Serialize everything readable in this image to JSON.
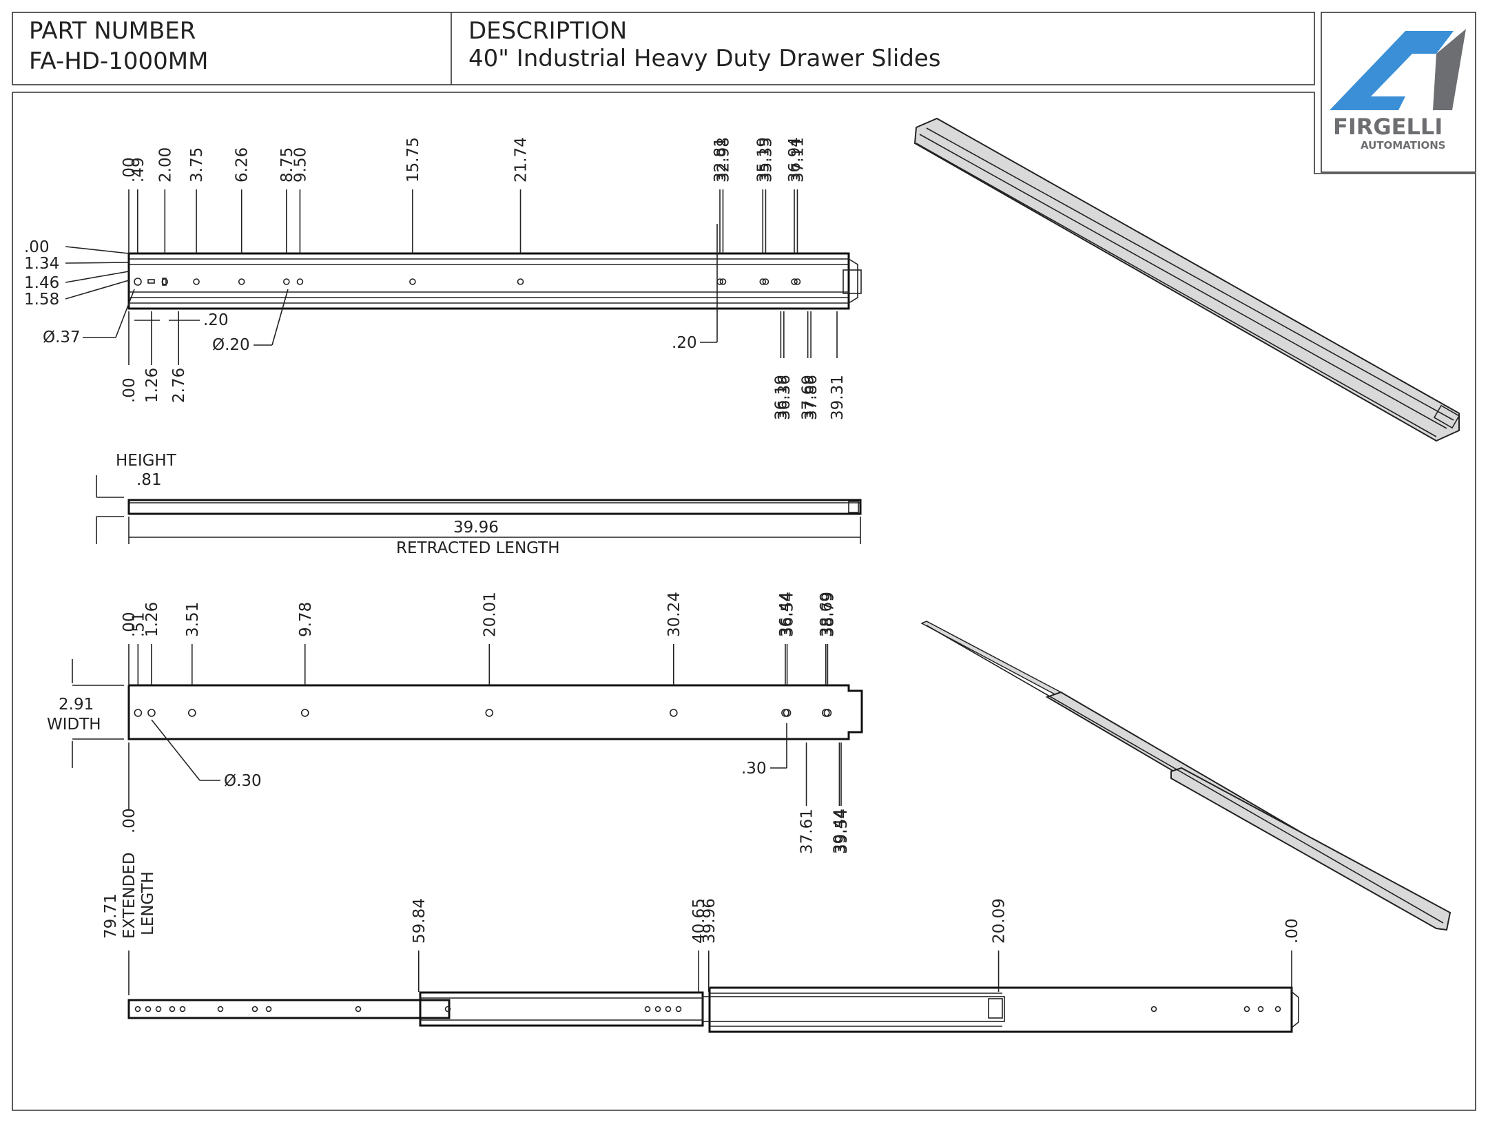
{
  "title_block": {
    "part_number_label": "PART NUMBER",
    "part_number_value": "FA-HD-1000MM",
    "description_label": "DESCRIPTION",
    "description_value": "40\" Industrial Heavy Duty Drawer Slides"
  },
  "logo": {
    "brand": "FIRGELLI",
    "sub": "AUTOMATIONS",
    "colors": {
      "blue": "#3a8fd6",
      "gray": "#6d6e71"
    }
  },
  "top_view": {
    "top_dims": [
      ".00",
      ".49",
      "2.00",
      "3.75",
      "6.26",
      "8.75",
      "9.50",
      "15.75",
      "21.74",
      "32.81",
      "32.98",
      "35.19",
      "35.35",
      "36.94",
      "37.11"
    ],
    "left_dims": [
      ".00",
      "1.34",
      "1.46",
      "1.58"
    ],
    "hole_dia_left": "Ø.37",
    "hole_dia_mid": "Ø.20",
    "slot_width": ".20",
    "slot_width_right": ".20",
    "bottom_dims_left": [
      ".00",
      "1.26",
      "2.76"
    ],
    "bottom_dims_right": [
      "36.19",
      "36.36",
      "37.69",
      "37.86",
      "39.31"
    ]
  },
  "side_view": {
    "height_label": "HEIGHT",
    "height_value": ".81",
    "length_value": "39.96",
    "length_label": "RETRACTED LENGTH"
  },
  "bottom_view": {
    "top_dims": [
      ".00",
      ".51",
      "1.26",
      "3.51",
      "9.78",
      "20.01",
      "30.24",
      "36.44",
      "36.54",
      "38.69",
      "38.79"
    ],
    "width_value": "2.91",
    "width_label": "WIDTH",
    "hole_dia": "Ø.30",
    "slot_dim": ".30",
    "bottom_dims_left": [
      ".00"
    ],
    "bottom_dims_right": [
      "37.61",
      "39.44",
      "39.54"
    ]
  },
  "extended_view": {
    "extended_value": "79.71",
    "extended_label_1": "EXTENDED",
    "extended_label_2": "LENGTH",
    "dims": [
      "59.84",
      "40.65",
      "39.96",
      "20.09",
      ".00"
    ]
  }
}
